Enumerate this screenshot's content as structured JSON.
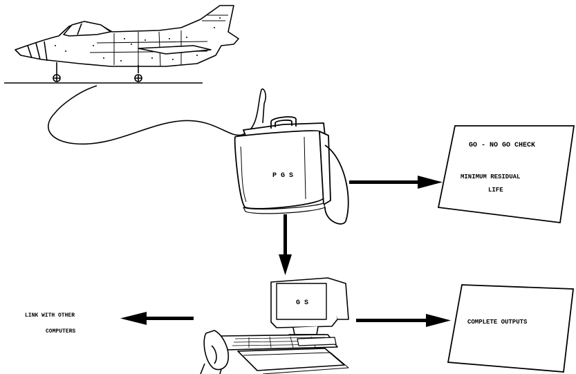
{
  "labels": {
    "pgs": "P G S",
    "gs": "G S",
    "go_no_go": "GO - NO GO  CHECK",
    "min_residual_1": "MINIMUM  RESIDUAL",
    "min_residual_2": "LIFE",
    "complete_outputs": "COMPLETE OUTPUTS",
    "link_1": "LINK WITH OTHER",
    "link_2": "COMPUTERS"
  },
  "colors": {
    "ink": "#000000",
    "paper": "#ffffff"
  },
  "icons": [
    "jet-aircraft-icon",
    "briefcase-icon",
    "computer-workstation-icon",
    "arrow-right-icon",
    "arrow-down-icon",
    "arrow-left-icon"
  ]
}
